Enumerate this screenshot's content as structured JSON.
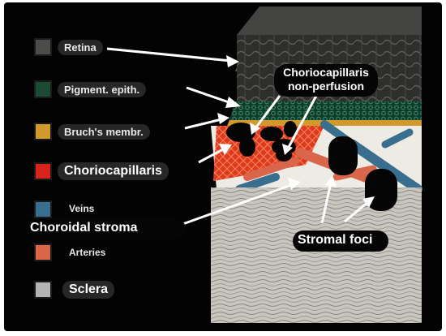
{
  "legend": [
    {
      "label": "Retina",
      "color": "#4c4c4a"
    },
    {
      "label": "Pigment. epith.",
      "color": "#1d4a35"
    },
    {
      "label": "Bruch's membr.",
      "color": "#d29a2c"
    },
    {
      "label": "Choriocapillaris",
      "color": "#d8241c"
    },
    {
      "label": "Veins",
      "color": "#3a6e8e"
    },
    {
      "label": "Arteries",
      "color": "#d9654a"
    },
    {
      "label": "Sclera",
      "color": "#b4b4b4"
    }
  ],
  "annotations": {
    "choroidal_stroma": "Choroidal stroma",
    "choriocapillaris_nonperfusion_1": "Choriocapillaris",
    "choriocapillaris_nonperfusion_2": "non-perfusion",
    "stromal_foci": "Stromal foci"
  },
  "colors": {
    "background": "#030303",
    "arrow": "#ffffff",
    "lesion": "#050505"
  }
}
